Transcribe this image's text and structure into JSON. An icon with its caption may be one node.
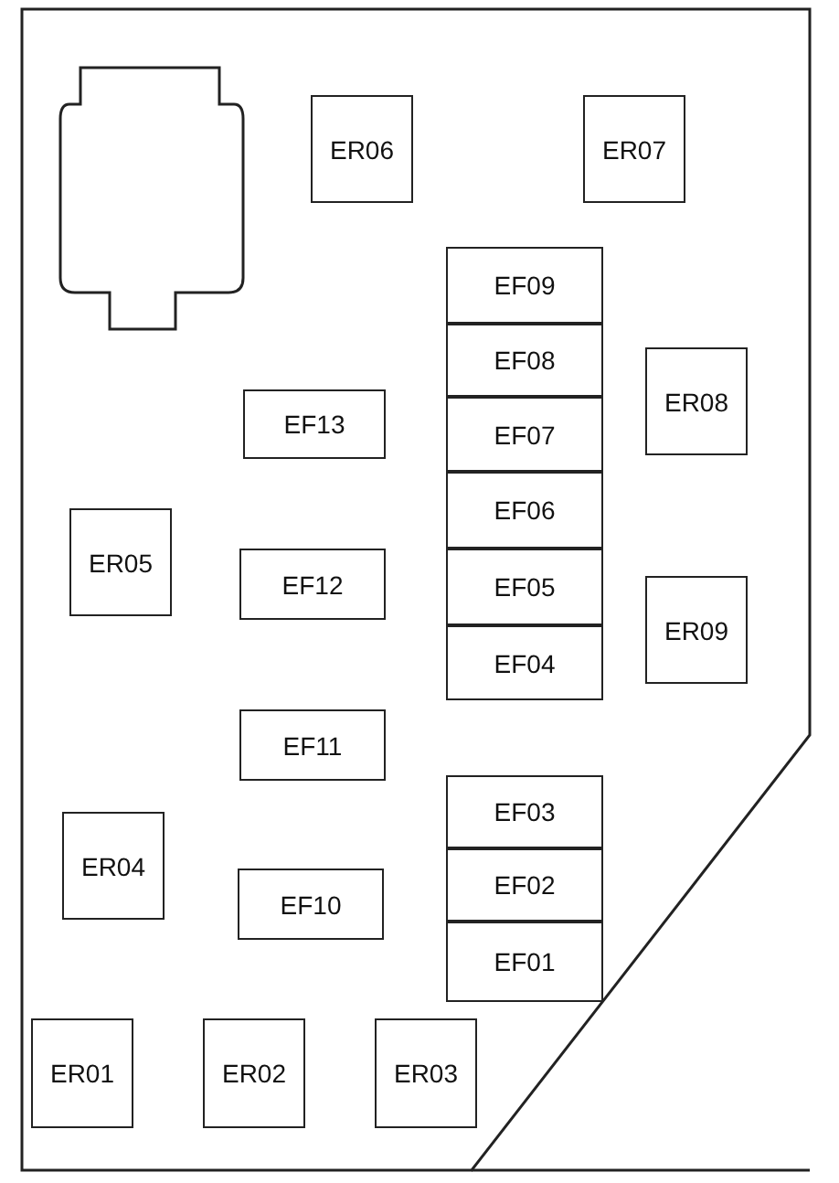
{
  "diagram": {
    "nodes": [
      {
        "text": [],
        "shape": "connector"
      },
      {
        "text": [
          "ER06"
        ]
      },
      {
        "text": [
          "ER07"
        ]
      },
      {
        "text": [
          "EF09"
        ]
      },
      {
        "text": [
          "EF08"
        ]
      },
      {
        "text": [
          "ER08"
        ]
      },
      {
        "text": [
          "EF13"
        ]
      },
      {
        "text": [
          "EF07"
        ]
      },
      {
        "text": [
          "EF06"
        ]
      },
      {
        "text": [
          "ER05"
        ]
      },
      {
        "text": [
          "EF12"
        ]
      },
      {
        "text": [
          "EF05"
        ]
      },
      {
        "text": [
          "ER09"
        ]
      },
      {
        "text": [
          "EF04"
        ]
      },
      {
        "text": [
          "EF11"
        ]
      },
      {
        "text": [
          "EF03"
        ]
      },
      {
        "text": [
          "ER04"
        ]
      },
      {
        "text": [
          "EF02"
        ]
      },
      {
        "text": [
          "EF10"
        ]
      },
      {
        "text": [
          "EF01"
        ]
      },
      {
        "text": [
          "ER01"
        ]
      },
      {
        "text": [
          "ER02"
        ]
      },
      {
        "text": [
          "ER03"
        ]
      }
    ]
  }
}
